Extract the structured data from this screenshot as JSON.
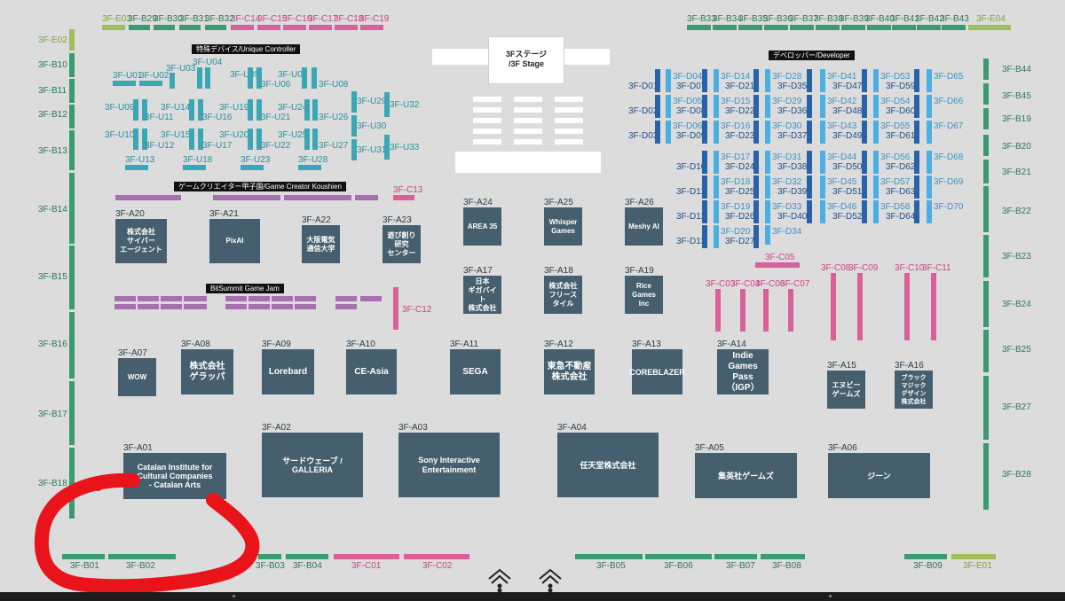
{
  "colors": {
    "background": "#dcdcdc",
    "booth": "#465f6e",
    "b_green": "#3a9a72",
    "e_lime": "#9dc05a",
    "c_pink": "#d9609a",
    "u_teal": "#3aa7b6",
    "d_blue": "#4ab0e4",
    "d_navy": "#2863a8",
    "purple": "#a570ad",
    "stage_white": "#ffffff",
    "sign_black": "#111111",
    "annotation_red": "#e8141a"
  },
  "signs": {
    "unique": "特殊デバイス/Unique Controller",
    "developer": "デベロッパー/Developer",
    "koushien": "ゲームクリエイター甲子園/Game Creator Koushien",
    "jam": "BitSummit Game Jam"
  },
  "stage": {
    "line1": "3Fステージ",
    "line2": "/3F Stage"
  },
  "top_labels": [
    "3F-E03",
    "3F-B29",
    "3F-B30",
    "3F-B31",
    "3F-B32",
    "3F-C14",
    "3F-C15",
    "3F-C16",
    "3F-C17",
    "3F-C18",
    "3F-C19",
    "3F-B33",
    "3F-B34",
    "3F-B35",
    "3F-B36",
    "3F-B37",
    "3F-B38",
    "3F-B39",
    "3F-B40",
    "3F-B41",
    "3F-B42",
    "3F-B43",
    "3F-E04"
  ],
  "left_labels": [
    "3F-E02",
    "3F-B10",
    "3F-B11",
    "3F-B12",
    "3F-B13",
    "3F-B14",
    "3F-B15",
    "3F-B16",
    "3F-B17",
    "3F-B18"
  ],
  "right_labels": [
    "3F-B44",
    "3F-B45",
    "3F-B19",
    "3F-B20",
    "3F-B21",
    "3F-B22",
    "3F-B23",
    "3F-B24",
    "3F-B25",
    "3F-B27",
    "3F-B28"
  ],
  "bottom_labels": [
    "3F-B01",
    "3F-B02",
    "3F-B03",
    "3F-B04",
    "3F-C01",
    "3F-C02",
    "3F-B05",
    "3F-B06",
    "3F-B07",
    "3F-B08",
    "3F-B09",
    "3F-E01"
  ],
  "u_labels": [
    "3F-U01",
    "3F-U02",
    "3F-U03",
    "3F-U04",
    "3F-U05",
    "3F-U06",
    "3F-U07",
    "3F-U08",
    "3F-U09",
    "3F-U11",
    "3F-U14",
    "3F-U16",
    "3F-U19",
    "3F-U21",
    "3F-U24",
    "3F-U26",
    "3F-U10",
    "3F-U12",
    "3F-U15",
    "3F-U17",
    "3F-U20",
    "3F-U22",
    "3F-U25",
    "3F-U27",
    "3F-U13",
    "3F-U18",
    "3F-U23",
    "3F-U28",
    "3F-U29",
    "3F-U30",
    "3F-U31",
    "3F-U32",
    "3F-U33"
  ],
  "d_labels": [
    "3F-D01",
    "3F-D02",
    "3F-D03",
    "3F-D04",
    "3F-D07",
    "3F-D05",
    "3F-D08",
    "3F-D06",
    "3F-D09",
    "3F-D14",
    "3F-D21",
    "3F-D15",
    "3F-D22",
    "3F-D16",
    "3F-D23",
    "3F-D28",
    "3F-D35",
    "3F-D29",
    "3F-D36",
    "3F-D30",
    "3F-D37",
    "3F-D41",
    "3F-D47",
    "3F-D42",
    "3F-D48",
    "3F-D43",
    "3F-D49",
    "3F-D53",
    "3F-D59",
    "3F-D54",
    "3F-D60",
    "3F-D55",
    "3F-D61",
    "3F-D65",
    "3F-D66",
    "3F-D67",
    "3F-D10",
    "3F-D11",
    "3F-D12",
    "3F-D13",
    "3F-D17",
    "3F-D24",
    "3F-D18",
    "3F-D25",
    "3F-D19",
    "3F-D26",
    "3F-D20",
    "3F-D27",
    "3F-D31",
    "3F-D38",
    "3F-D32",
    "3F-D39",
    "3F-D33",
    "3F-D40",
    "3F-D34",
    "3F-D44",
    "3F-D50",
    "3F-D45",
    "3F-D51",
    "3F-D46",
    "3F-D52",
    "3F-D56",
    "3F-D62",
    "3F-D57",
    "3F-D63",
    "3F-D58",
    "3F-D64",
    "3F-D68",
    "3F-D69",
    "3F-D70"
  ],
  "c_labels": [
    "3F-C13",
    "3F-C12",
    "3F-C05",
    "3F-C03",
    "3F-C04",
    "3F-C06",
    "3F-C07",
    "3F-C08",
    "3F-C09",
    "3F-C10",
    "3F-C11"
  ],
  "a_labels": [
    "3F-A20",
    "3F-A21",
    "3F-A22",
    "3F-A23",
    "3F-A24",
    "3F-A25",
    "3F-A26",
    "3F-A17",
    "3F-A18",
    "3F-A19",
    "3F-A07",
    "3F-A08",
    "3F-A09",
    "3F-A10",
    "3F-A11",
    "3F-A12",
    "3F-A13",
    "3F-A14",
    "3F-A15",
    "3F-A16",
    "3F-A01",
    "3F-A02",
    "3F-A03",
    "3F-A04",
    "3F-A05",
    "3F-A06"
  ],
  "booths": {
    "a20": "株式会社\nサイバー\nエージェント",
    "a21": "PixAI",
    "a22": "大阪電気\n通信大学",
    "a23": "遊び創り\n研究\nセンター",
    "a24": "AREA 35",
    "a25": "Whisper\nGames",
    "a26": "Meshy AI",
    "a17": "日本\nギガバイト\n株式会社",
    "a18": "株式会社\nフリースタイル",
    "a19": "Rice\nGames\nInc",
    "a07": "WOW",
    "a08": "株式会社\nゲラッパ",
    "a09": "Lorebard",
    "a10": "CE-Asia",
    "a11": "SEGA",
    "a12": "東急不動産\n株式会社",
    "a13": "COREBLAZER",
    "a14": "Indie Games\nPass（IGP）",
    "a15": "エヌビー\nゲームズ",
    "a16": "ブラック\nマジック\nデザイン\n株式会社",
    "a01_line1": "Catalan Institute for",
    "a01_line2": "Cultural Companies",
    "a01_line3": "- Catalan Arts",
    "a02": "サードウェーブ / GALLERIA",
    "a03": "Sony Interactive\nEntertainment",
    "a04": "任天堂株式会社",
    "a05": "集英社ゲームズ",
    "a06": "ジーン"
  }
}
